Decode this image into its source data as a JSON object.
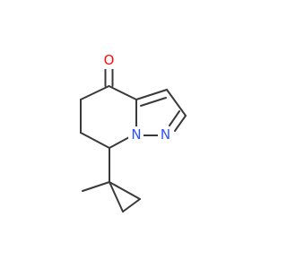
{
  "structure": {
    "atoms": [
      {
        "id": "oxygen",
        "symbol": "O",
        "color": "#ff0d0d"
      },
      {
        "id": "n-bridge",
        "symbol": "N",
        "color": "#3050f8"
      },
      {
        "id": "n-ring",
        "symbol": "N",
        "color": "#3050f8"
      }
    ],
    "bond_color": "#3a3a3a",
    "background": "#ffffff"
  }
}
